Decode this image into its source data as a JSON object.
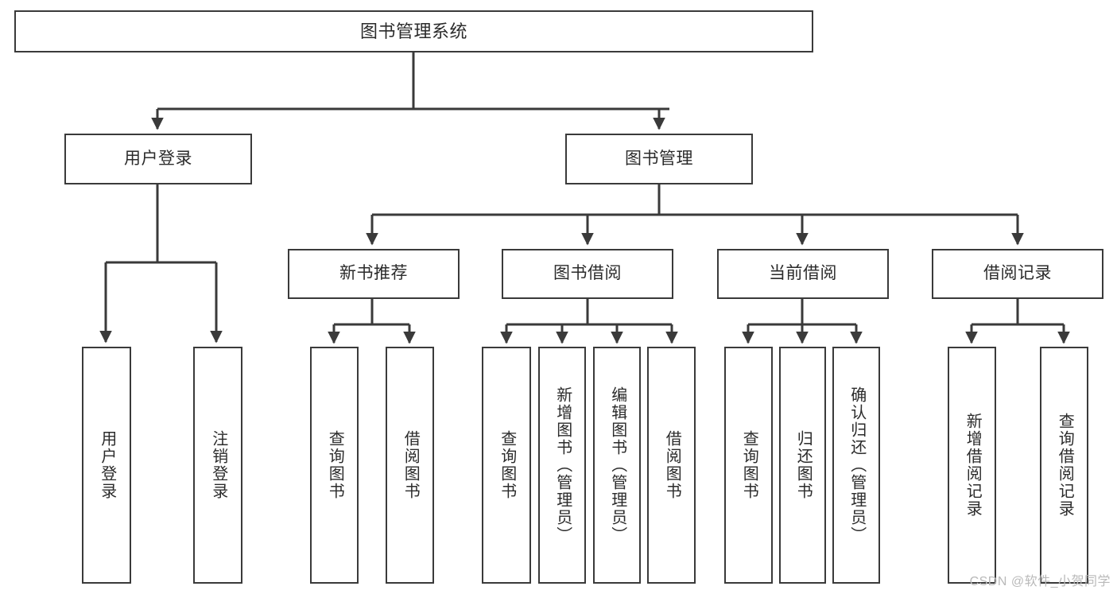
{
  "diagram": {
    "type": "tree",
    "title": "图书管理系统",
    "watermark": "CSDN @软件_小贺同学",
    "colors": {
      "stroke": "#3a3a3a",
      "fill": "#ffffff",
      "text": "#2b2b2b",
      "watermark": "#b9b9b9"
    },
    "nodes": {
      "root": {
        "label": "图书管理系统"
      },
      "level2": [
        {
          "label": "用户登录"
        },
        {
          "label": "图书管理"
        }
      ],
      "level3": [
        {
          "label": "新书推荐"
        },
        {
          "label": "图书借阅"
        },
        {
          "label": "当前借阅"
        },
        {
          "label": "借阅记录"
        }
      ],
      "leaves": {
        "user_login": [
          {
            "label": "用户登录"
          },
          {
            "label": "注销登录"
          }
        ],
        "new_book": [
          {
            "label": "查询图书"
          },
          {
            "label": "借阅图书"
          }
        ],
        "book_borrow": [
          {
            "label": "查询图书"
          },
          {
            "label": "新增图书（管理员）"
          },
          {
            "label": "编辑图书（管理员）"
          },
          {
            "label": "借阅图书"
          }
        ],
        "current_borrow": [
          {
            "label": "查询图书"
          },
          {
            "label": "归还图书"
          },
          {
            "label": "确认归还（管理员）"
          }
        ],
        "borrow_record": [
          {
            "label": "新增借阅记录"
          },
          {
            "label": "查询借阅记录"
          }
        ]
      }
    }
  }
}
